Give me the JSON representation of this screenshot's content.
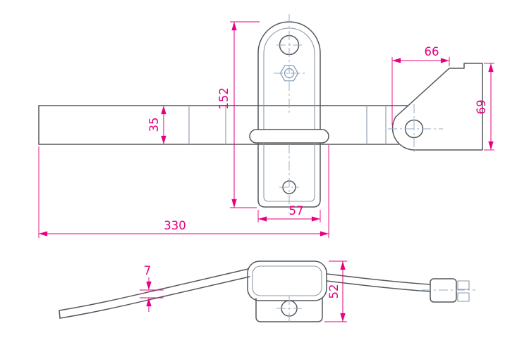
{
  "drawing": {
    "kind": "technical-dimension-drawing",
    "colors": {
      "dimension": "#e60082",
      "object_line": "#54585d",
      "detail_line": "#8d98a6",
      "centerline": "#97aec5",
      "background": "#ffffff"
    },
    "dims": {
      "overall_length": "330",
      "bar_height": "35",
      "tab_to_bracket_height": "152",
      "bracket_width": "57",
      "plate_width": "66",
      "plate_height": "69",
      "handle_thickness": "7",
      "clip_height": "52"
    }
  }
}
